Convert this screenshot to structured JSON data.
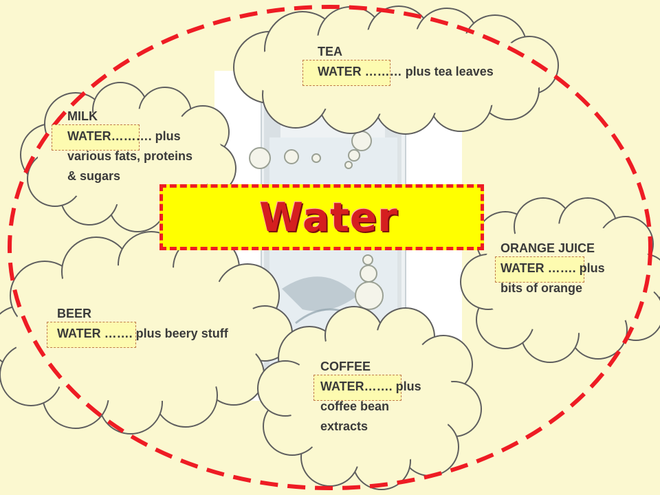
{
  "title": "Water",
  "colors": {
    "background": "#fbf8d0",
    "cloud_fill": "#fbf8d0",
    "cloud_outline": "#5e5e5e",
    "dashed_oval": "#ee1c24",
    "banner_fill": "#ffff00",
    "title_text": "#d51f1f",
    "highlight_fill": "#fdfbb0"
  },
  "clouds": [
    {
      "id": "tea",
      "title": "TEA",
      "lines": [
        "WATER ……… plus tea leaves"
      ]
    },
    {
      "id": "milk",
      "title": "MILK",
      "lines": [
        "WATER………. plus",
        "various fats, proteins",
        "& sugars"
      ]
    },
    {
      "id": "orange",
      "title": "ORANGE JUICE",
      "lines": [
        "WATER ……. plus",
        "bits of orange"
      ]
    },
    {
      "id": "beer",
      "title": "BEER",
      "lines": [
        "WATER ……. plus beery stuff"
      ]
    },
    {
      "id": "coffee",
      "title": "COFFEE",
      "lines": [
        "WATER……. plus",
        "coffee bean",
        "extracts"
      ]
    }
  ]
}
